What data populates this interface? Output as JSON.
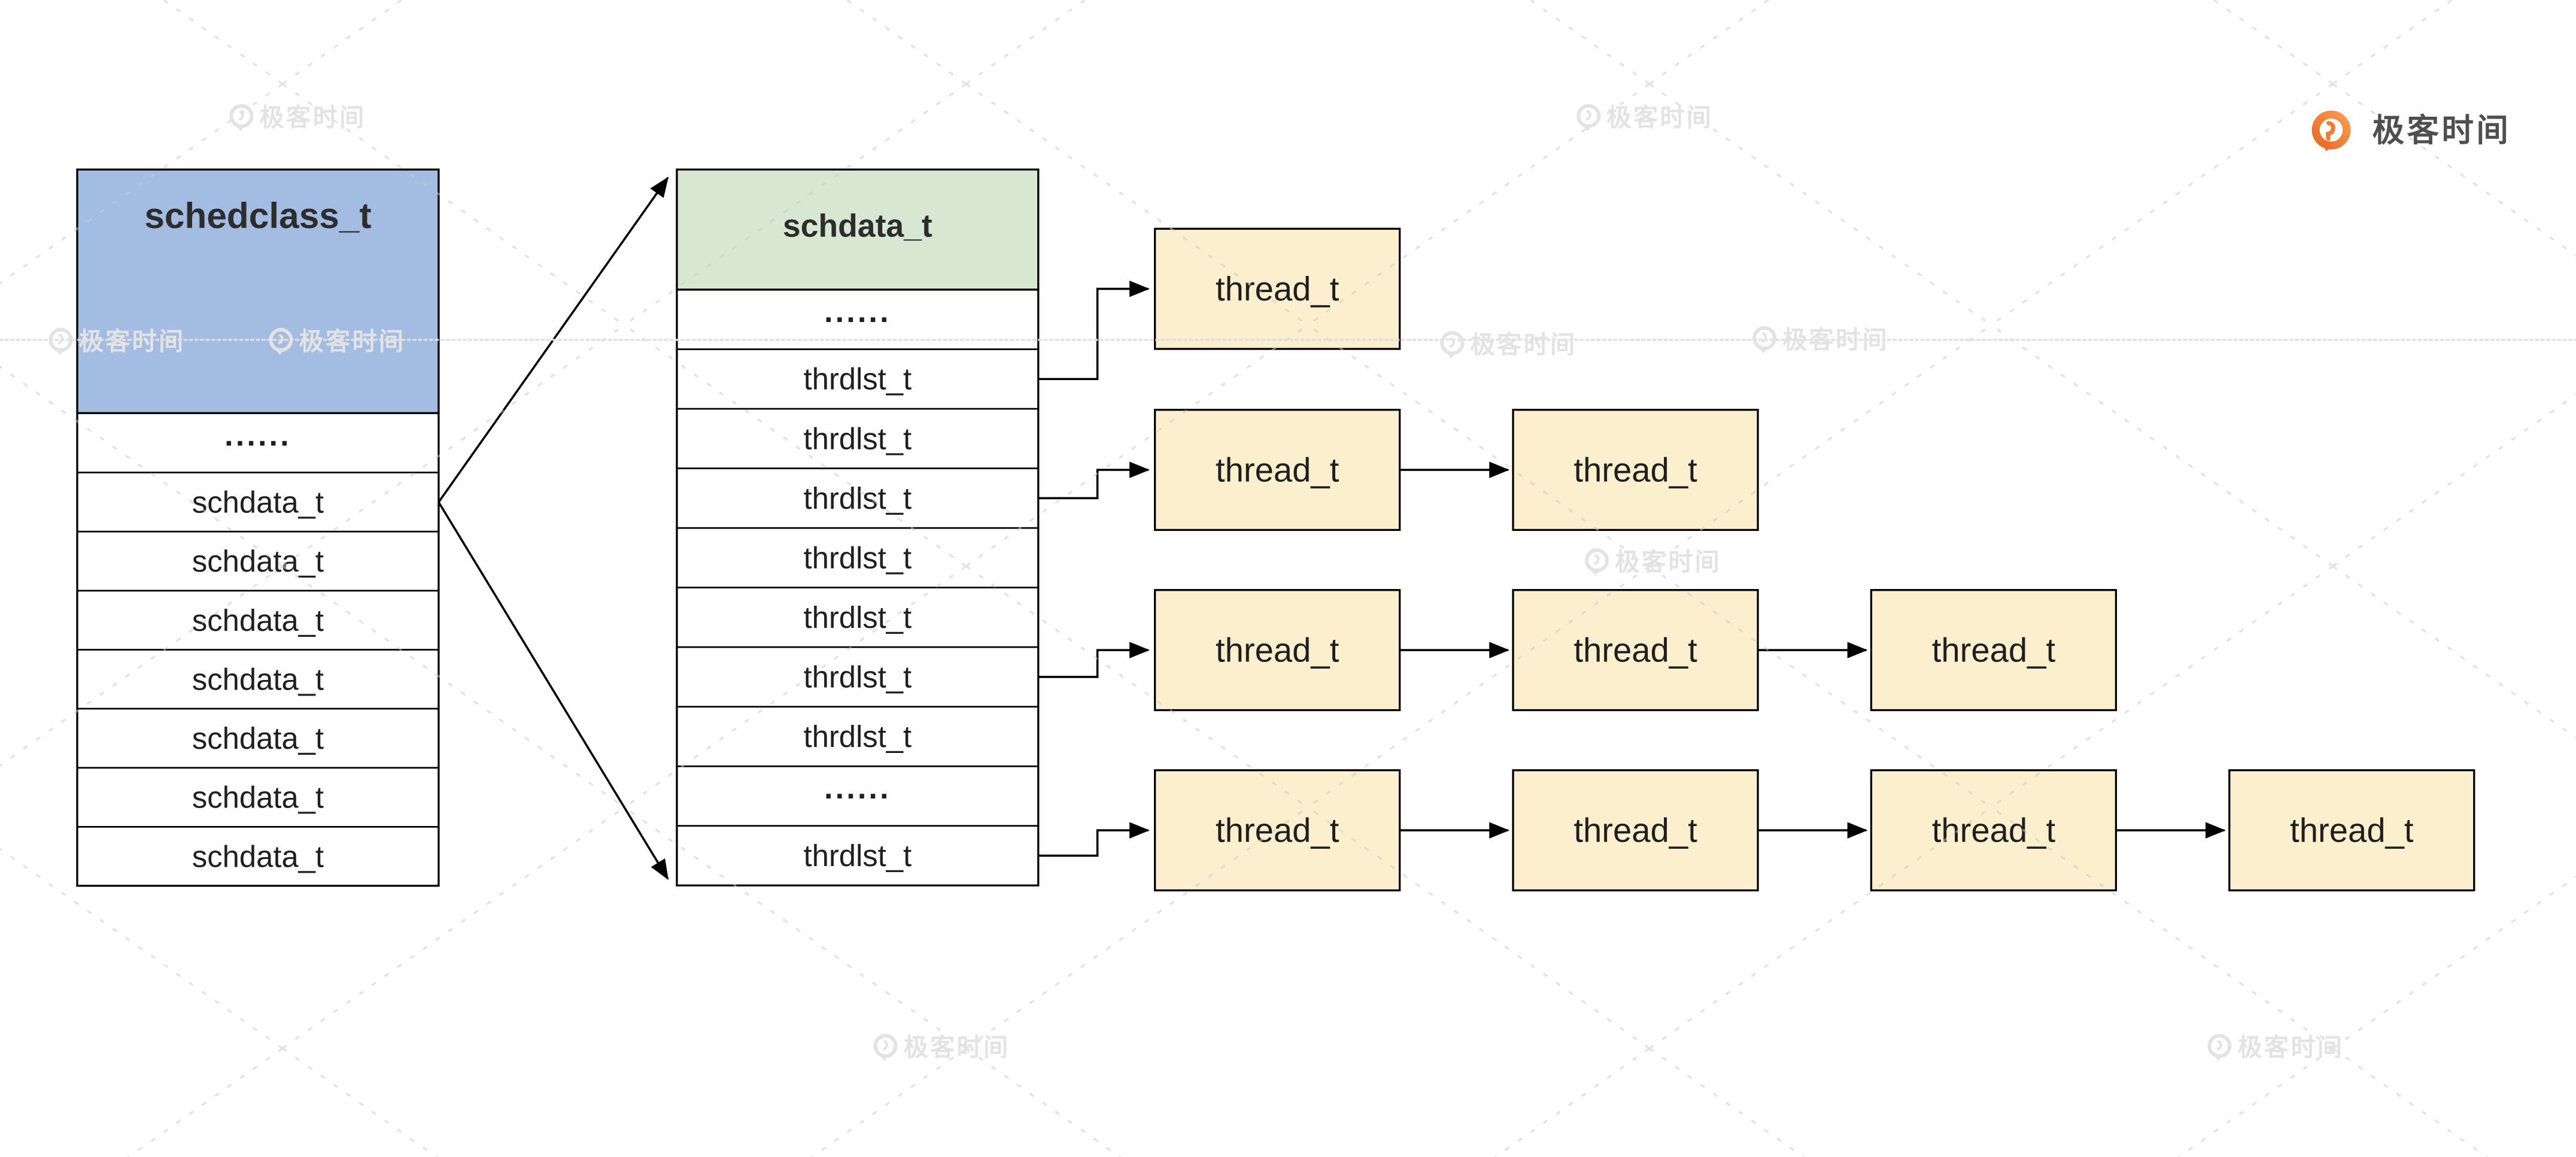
{
  "page": {
    "background": "#ffffff"
  },
  "colors": {
    "schedclass_fill": "#a3bce2",
    "schdata_fill": "#d7e7d2",
    "thread_fill": "#fcefcd",
    "line": "#000000",
    "watermark_gray": "#e3e3e3",
    "logo_orange": "#ee7c38",
    "logo_text_color": "#4f4f4f"
  },
  "left_table": {
    "title": "schedclass_t",
    "rows": [
      "......",
      "schdata_t",
      "schdata_t",
      "schdata_t",
      "schdata_t",
      "schdata_t",
      "schdata_t",
      "schdata_t"
    ]
  },
  "middle_table": {
    "title": "schdata_t",
    "rows": [
      "......",
      "thrdlst_t",
      "thrdlst_t",
      "thrdlst_t",
      "thrdlst_t",
      "thrdlst_t",
      "thrdlst_t",
      "thrdlst_t",
      "......",
      "thrdlst_t"
    ]
  },
  "thread_rows": [
    {
      "boxes": [
        "thread_t"
      ]
    },
    {
      "boxes": [
        "thread_t",
        "thread_t"
      ]
    },
    {
      "boxes": [
        "thread_t",
        "thread_t",
        "thread_t"
      ]
    },
    {
      "boxes": [
        "thread_t",
        "thread_t",
        "thread_t",
        "thread_t"
      ]
    }
  ],
  "watermark": {
    "stamp_text": "极客时间"
  },
  "logo": {
    "text": "极客时间",
    "icon": "geektime-q-icon"
  }
}
